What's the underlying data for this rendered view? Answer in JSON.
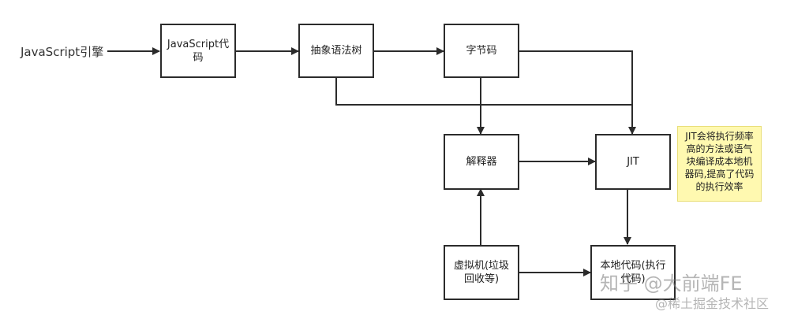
{
  "source_label": "JavaScript引擎",
  "nodes": {
    "js_code": "JavaScript代码",
    "ast": "抽象语法树",
    "bytecode": "字节码",
    "interpreter": "解释器",
    "jit": "JIT",
    "vm": "虚拟机(垃圾回收等)",
    "native": "本地代码(执行代码)"
  },
  "note": "JIT会将执行频率高的方法或语气块编译成本地机器码,提高了代码的执行效率",
  "watermarks": {
    "zhihu": "知乎 @大前端FE",
    "juejin": "@稀土掘金技术社区"
  },
  "colors": {
    "line": "#2b2b2b",
    "note_bg": "#fff9b0"
  }
}
